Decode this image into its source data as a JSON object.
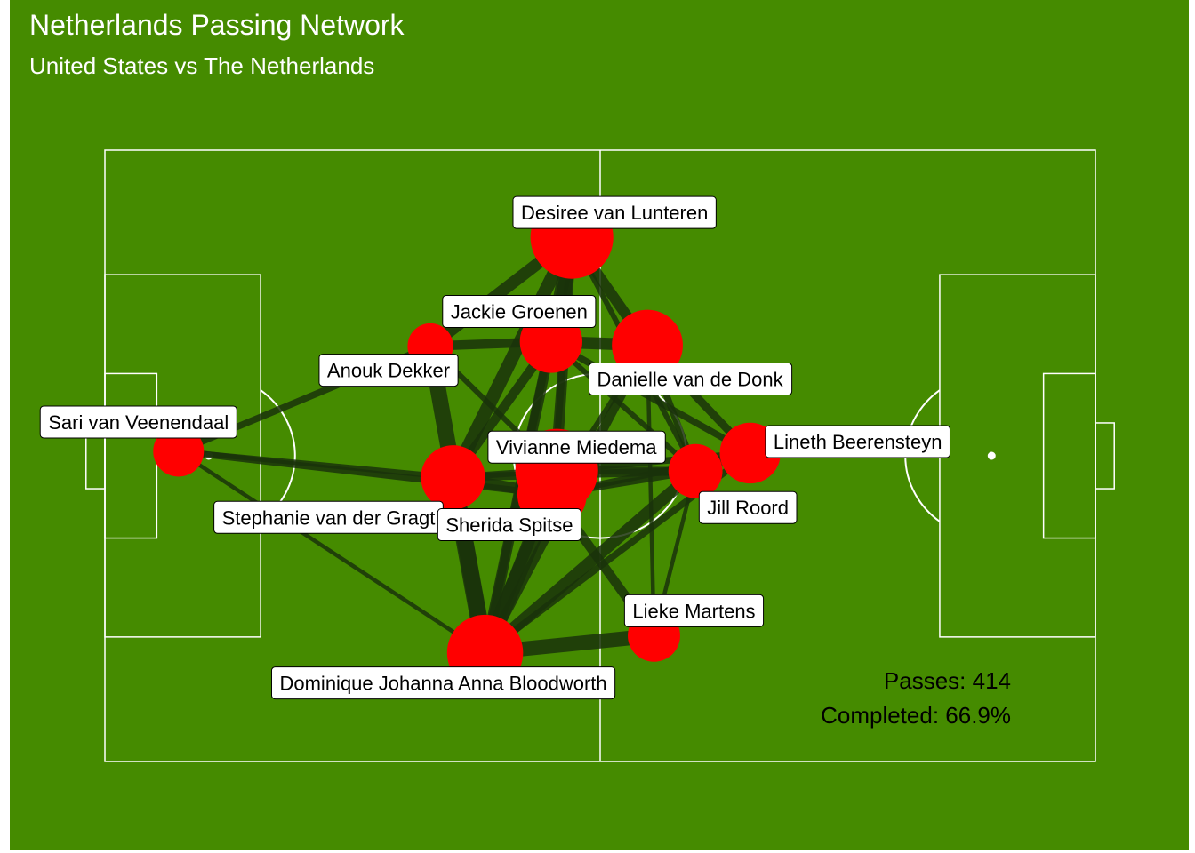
{
  "title": "Netherlands Passing Network",
  "subtitle": "United States vs The Netherlands",
  "colors": {
    "background": "#458B00",
    "pitch_lines": "#FFFFFF",
    "edges": "#1A330A",
    "nodes": "#FF0000",
    "label_fill": "#FFFFFF",
    "text": "#000000"
  },
  "stats": {
    "passes": "Passes: 414",
    "completed": "Completed: 66.9%"
  },
  "chart_data": {
    "type": "network",
    "pitch": {
      "length": 105,
      "width": 68
    },
    "players": [
      {
        "name": "Desiree van Lunteren",
        "x": 49.5,
        "y": 58.3,
        "size": 49
      },
      {
        "name": "Jackie Groenen",
        "x": 47.3,
        "y": 46.7,
        "size": 37
      },
      {
        "name": "Danielle van de Donk",
        "x": 57.5,
        "y": 46.3,
        "size": 42
      },
      {
        "name": "Anouk Dekker",
        "x": 34.5,
        "y": 46.2,
        "size": 27
      },
      {
        "name": "Sari van Veenendaal",
        "x": 7.8,
        "y": 34.5,
        "size": 30
      },
      {
        "name": "Lineth Beerensteyn",
        "x": 68.4,
        "y": 34.3,
        "size": 36
      },
      {
        "name": "Vivianne Miedema",
        "x": 47.9,
        "y": 32.4,
        "size": 49
      },
      {
        "name": "Jill Roord",
        "x": 62.6,
        "y": 32.3,
        "size": 32
      },
      {
        "name": "Stephanie van der Gragt",
        "x": 36.9,
        "y": 31.6,
        "size": 38
      },
      {
        "name": "Sherida Spitse",
        "x": 47.4,
        "y": 29.7,
        "size": 41
      },
      {
        "name": "Lieke Martens",
        "x": 58.2,
        "y": 14.0,
        "size": 31
      },
      {
        "name": "Dominique Johanna Anna Bloodworth",
        "x": 40.3,
        "y": 12.1,
        "size": 45
      }
    ],
    "passes": [
      {
        "from": "Desiree van Lunteren",
        "to": "Jackie Groenen",
        "count": 10
      },
      {
        "from": "Desiree van Lunteren",
        "to": "Danielle van de Donk",
        "count": 8
      },
      {
        "from": "Desiree van Lunteren",
        "to": "Stephanie van der Gragt",
        "count": 10
      },
      {
        "from": "Desiree van Lunteren",
        "to": "Vivianne Miedema",
        "count": 7
      },
      {
        "from": "Desiree van Lunteren",
        "to": "Anouk Dekker",
        "count": 9
      },
      {
        "from": "Desiree van Lunteren",
        "to": "Sherida Spitse",
        "count": 6
      },
      {
        "from": "Desiree van Lunteren",
        "to": "Dominique Johanna Anna Bloodworth",
        "count": 6
      },
      {
        "from": "Desiree van Lunteren",
        "to": "Jill Roord",
        "count": 4
      },
      {
        "from": "Jackie Groenen",
        "to": "Danielle van de Donk",
        "count": 9
      },
      {
        "from": "Jackie Groenen",
        "to": "Anouk Dekker",
        "count": 7
      },
      {
        "from": "Jackie Groenen",
        "to": "Stephanie van der Gragt",
        "count": 7
      },
      {
        "from": "Jackie Groenen",
        "to": "Dominique Johanna Anna Bloodworth",
        "count": 8
      },
      {
        "from": "Jackie Groenen",
        "to": "Lineth Beerensteyn",
        "count": 5
      },
      {
        "from": "Jackie Groenen",
        "to": "Jill Roord",
        "count": 4
      },
      {
        "from": "Danielle van de Donk",
        "to": "Lineth Beerensteyn",
        "count": 6
      },
      {
        "from": "Danielle van de Donk",
        "to": "Jill Roord",
        "count": 5
      },
      {
        "from": "Danielle van de Donk",
        "to": "Sherida Spitse",
        "count": 4
      },
      {
        "from": "Danielle van de Donk",
        "to": "Dominique Johanna Anna Bloodworth",
        "count": 7
      },
      {
        "from": "Danielle van de Donk",
        "to": "Lieke Martens",
        "count": 3
      },
      {
        "from": "Anouk Dekker",
        "to": "Dominique Johanna Anna Bloodworth",
        "count": 12
      },
      {
        "from": "Anouk Dekker",
        "to": "Sari van Veenendaal",
        "count": 5
      },
      {
        "from": "Anouk Dekker",
        "to": "Vivianne Miedema",
        "count": 4
      },
      {
        "from": "Sari van Veenendaal",
        "to": "Sherida Spitse",
        "count": 5
      },
      {
        "from": "Sari van Veenendaal",
        "to": "Stephanie van der Gragt",
        "count": 4
      },
      {
        "from": "Sari van Veenendaal",
        "to": "Dominique Johanna Anna Bloodworth",
        "count": 3
      },
      {
        "from": "Stephanie van der Gragt",
        "to": "Sherida Spitse",
        "count": 8
      },
      {
        "from": "Stephanie van der Gragt",
        "to": "Jill Roord",
        "count": 6
      },
      {
        "from": "Stephanie van der Gragt",
        "to": "Dominique Johanna Anna Bloodworth",
        "count": 13
      },
      {
        "from": "Stephanie van der Gragt",
        "to": "Vivianne Miedema",
        "count": 5
      },
      {
        "from": "Sherida Spitse",
        "to": "Jill Roord",
        "count": 5
      },
      {
        "from": "Sherida Spitse",
        "to": "Lineth Beerensteyn",
        "count": 5
      },
      {
        "from": "Sherida Spitse",
        "to": "Dominique Johanna Anna Bloodworth",
        "count": 12
      },
      {
        "from": "Sherida Spitse",
        "to": "Lieke Martens",
        "count": 7
      },
      {
        "from": "Vivianne Miedema",
        "to": "Lineth Beerensteyn",
        "count": 5
      },
      {
        "from": "Vivianne Miedema",
        "to": "Jill Roord",
        "count": 6
      },
      {
        "from": "Vivianne Miedema",
        "to": "Dominique Johanna Anna Bloodworth",
        "count": 9
      },
      {
        "from": "Jill Roord",
        "to": "Lineth Beerensteyn",
        "count": 6
      },
      {
        "from": "Jill Roord",
        "to": "Dominique Johanna Anna Bloodworth",
        "count": 9
      },
      {
        "from": "Jill Roord",
        "to": "Lieke Martens",
        "count": 3
      },
      {
        "from": "Lineth Beerensteyn",
        "to": "Dominique Johanna Anna Bloodworth",
        "count": 5
      },
      {
        "from": "Lieke Martens",
        "to": "Dominique Johanna Anna Bloodworth",
        "count": 11
      }
    ]
  }
}
